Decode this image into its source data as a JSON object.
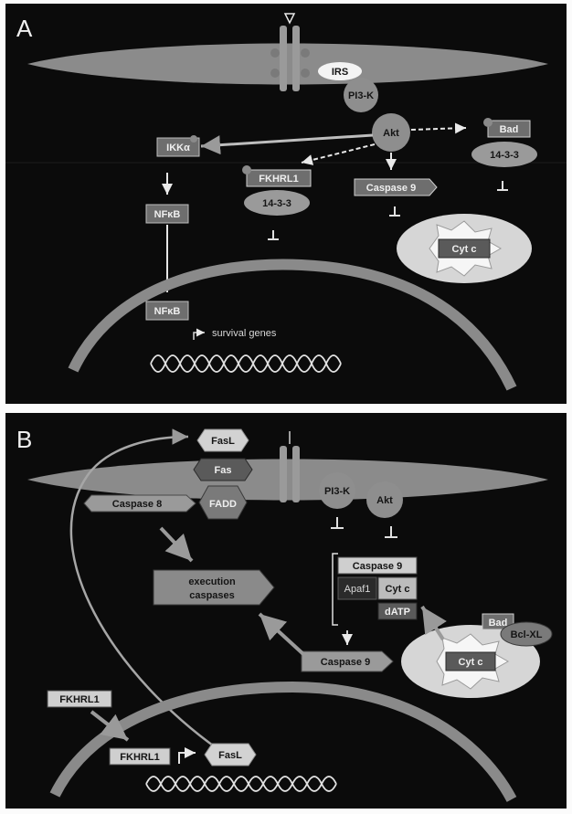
{
  "panel_a": {
    "letter": "A",
    "receptor_label": "IRS",
    "pi3k": "PI3-K",
    "akt": "Akt",
    "ikk": "IKKα",
    "nfkb_cyto": "NFκB",
    "nfkb_nuc": "NFκB",
    "fkhrl1": "FKHRL1",
    "fkhrl1_1433": "14-3-3",
    "caspase9": "Caspase 9",
    "bad": "Bad",
    "bad_1433": "14-3-3",
    "cytc": "Cyt c",
    "survival": "survival genes"
  },
  "panel_b": {
    "letter": "B",
    "fasl_top": "FasL",
    "fas": "Fas",
    "fadd": "FADD",
    "caspase8": "Caspase 8",
    "pi3k": "PI3-K",
    "akt": "Akt",
    "execution_1": "execution",
    "execution_2": "caspases",
    "apoptosome_casp9": "Caspase 9",
    "apaf1": "Apaf1",
    "apoptosome_cytc": "Cyt c",
    "datp": "dATP",
    "caspase9_active": "Caspase 9",
    "bad": "Bad",
    "bclxl": "Bcl-XL",
    "mito_cytc": "Cyt c",
    "fkhrl1_cyto": "FKHRL1",
    "fkhrl1_nuc": "FKHRL1",
    "fasl_gene": "FasL"
  }
}
